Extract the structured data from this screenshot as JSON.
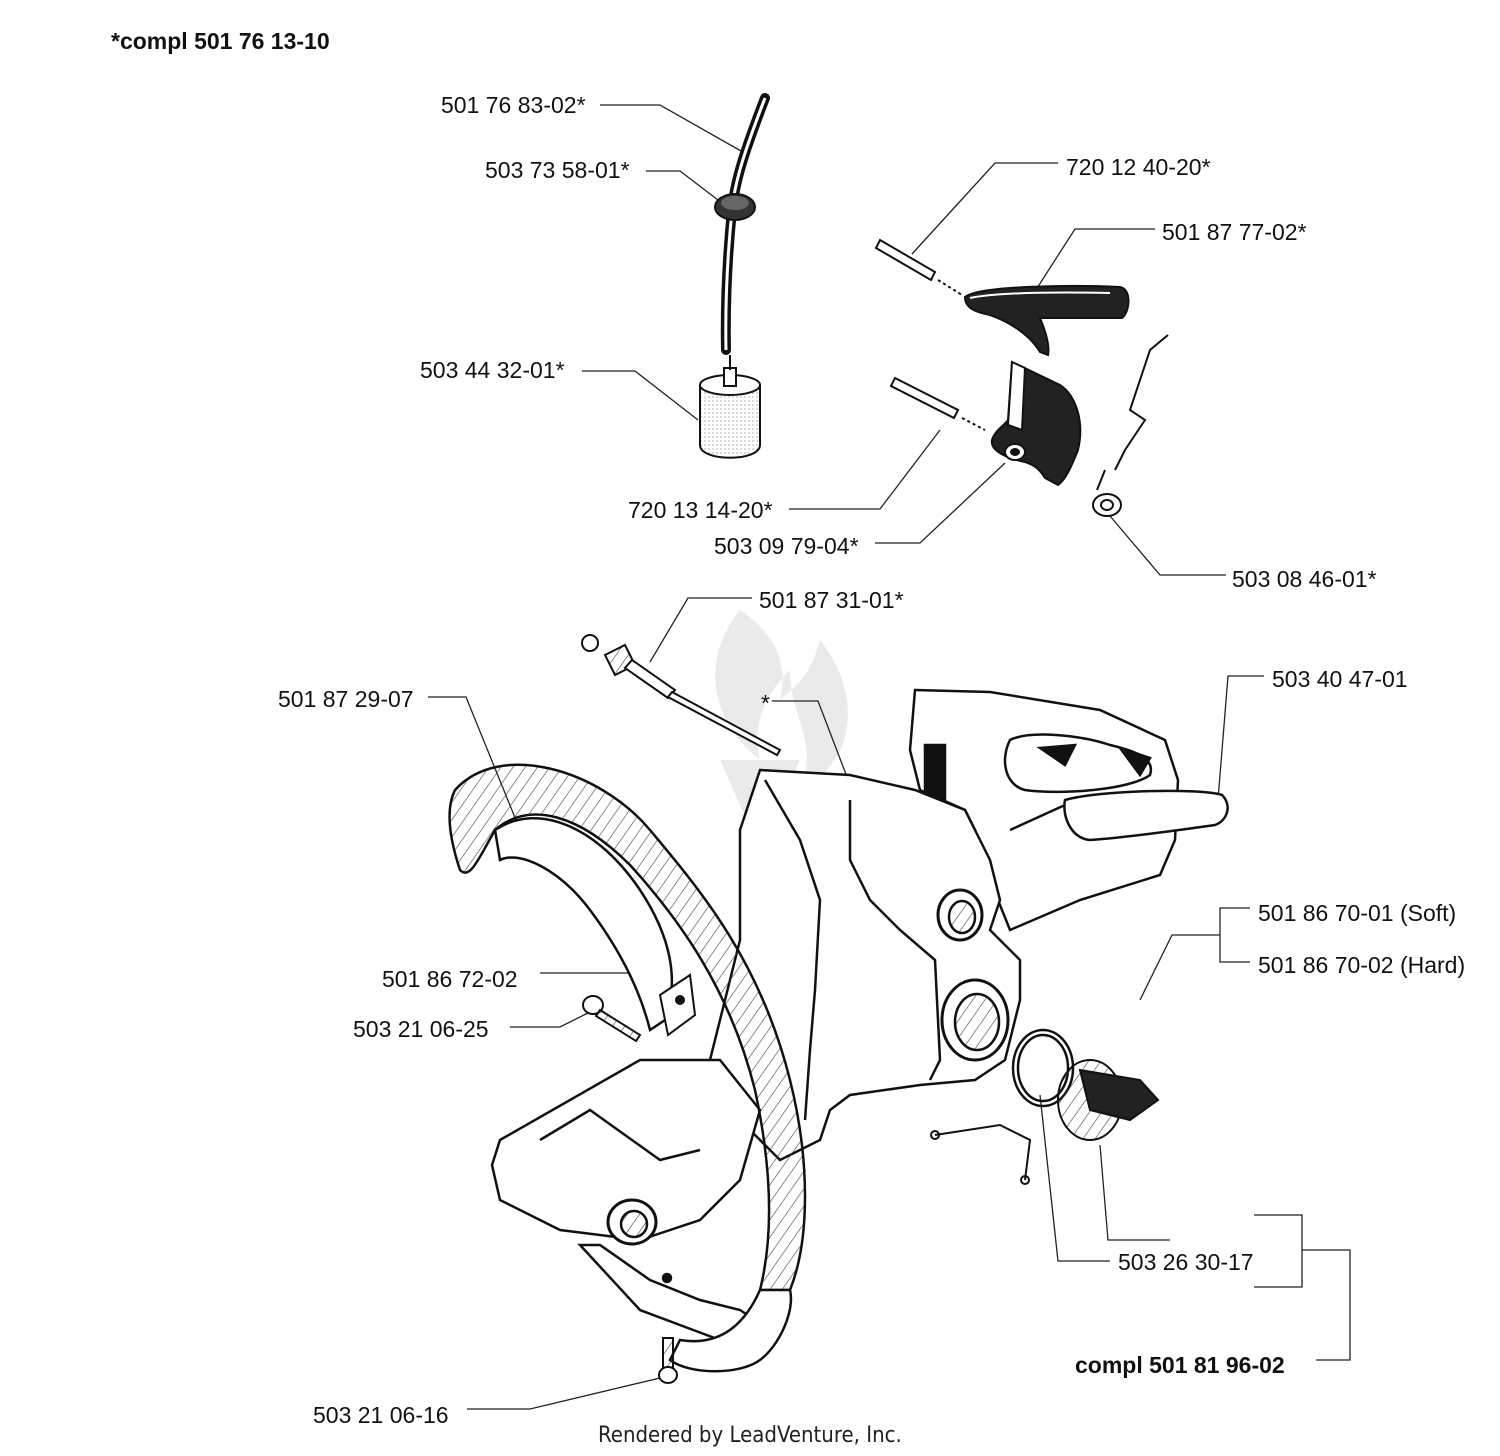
{
  "header": {
    "assembly": "*compl 501 76 13-10"
  },
  "parts": {
    "fuel_hose": "501 76 83-02*",
    "grommet": "503 73 58-01*",
    "fuel_filter": "503 44 32-01*",
    "pin_upper": "720 12 40-20*",
    "throttle_trigger": "501 87 77-02*",
    "pin_lower": "720 13 14-20*",
    "lockout": "503 09 79-04*",
    "spring": "503 08 46-01*",
    "threaded_rod": "501 87 31-01*",
    "tank_star": "*",
    "front_handle": "501 87 29-07",
    "throttle_lever": "503 40 47-01",
    "bracket": "501 86 72-02",
    "screw_25": "503 21 06-25",
    "mount_soft": "501 86 70-01 (Soft)",
    "mount_hard": "501 86 70-02 (Hard)",
    "oring": "503 26 30-17",
    "cap_assembly": "compl 501 81 96-02",
    "screw_16": "503 21 06-16"
  },
  "footer": {
    "rendered_by": "Rendered by LeadVenture, Inc."
  }
}
